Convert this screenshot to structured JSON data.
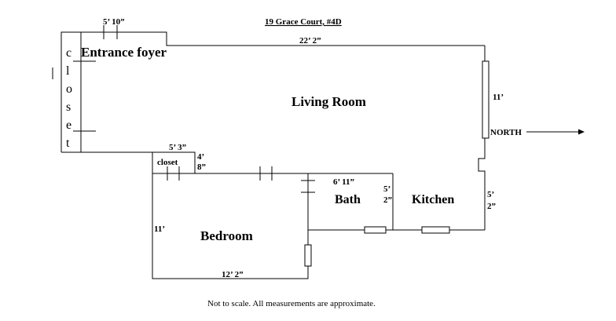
{
  "title": "19 Grace Court, #4D",
  "footnote": "Not to scale.  All measurements are approximate.",
  "north_label": "NORTH",
  "rooms": {
    "entrance": "Entrance foyer",
    "living": "Living Room",
    "closet_small": "closet",
    "bath": "Bath",
    "kitchen": "Kitchen",
    "bedroom": "Bedroom"
  },
  "closet_vertical": [
    "c",
    "l",
    "o",
    "s",
    "e",
    "t"
  ],
  "dimensions": {
    "foyer_width": "5’ 10”",
    "living_length": "22’ 2”",
    "living_width": "11’",
    "closet_width": "5’ 3”",
    "closet_depth_a": "4’",
    "closet_depth_b": "8”",
    "bath_width": "6’ 11”",
    "bath_depth_a": "5’",
    "bath_depth_b": "2”",
    "kitchen_depth_a": "5’",
    "kitchen_depth_b": "2”",
    "bedroom_depth": "11’",
    "bedroom_width": "12’ 2”"
  }
}
